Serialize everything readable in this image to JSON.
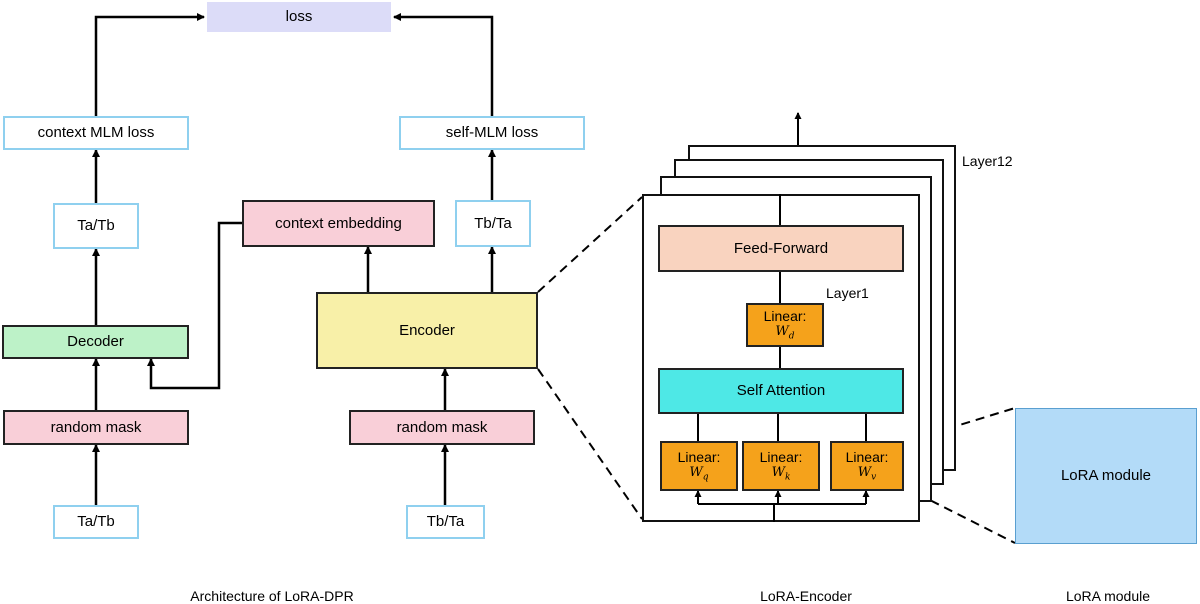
{
  "left": {
    "loss": "loss",
    "context_mlm_loss": "context MLM loss",
    "self_mlm_loss": "self-MLM loss",
    "ta_tb_upper": "Ta/Tb",
    "tb_ta_upper": "Tb/Ta",
    "context_embedding": "context embedding",
    "decoder": "Decoder",
    "encoder": "Encoder",
    "random_mask_left": "random mask",
    "random_mask_right": "random mask",
    "ta_tb_input": "Ta/Tb",
    "tb_ta_input": "Tb/Ta"
  },
  "encoder_detail": {
    "layer12_label": "Layer12",
    "layer1_label": "Layer1",
    "feed_forward": "Feed-Forward",
    "self_attention": "Self Attention",
    "linear_label": "Linear:",
    "w_symbol": "W",
    "wd_sub": "d",
    "wq_sub": "q",
    "wk_sub": "k",
    "wv_sub": "v"
  },
  "lora": {
    "module": "LoRA module"
  },
  "captions": {
    "architecture": "Architecture of LoRA-DPR",
    "encoder": "LoRA-Encoder",
    "lora": "LoRA module"
  },
  "colors": {
    "input_outline": "#8fd0ef",
    "mask_fill": "#f9cfd8",
    "decoder_fill": "#bdf2c8",
    "encoder_fill": "#f8f0a8",
    "loss_fill": "#dcdcf8",
    "feed_forward_fill": "#f9d3bf",
    "attention_fill": "#4ee8e6",
    "linear_fill": "#f5a21b",
    "lora_fill": "#b3dbf8"
  }
}
